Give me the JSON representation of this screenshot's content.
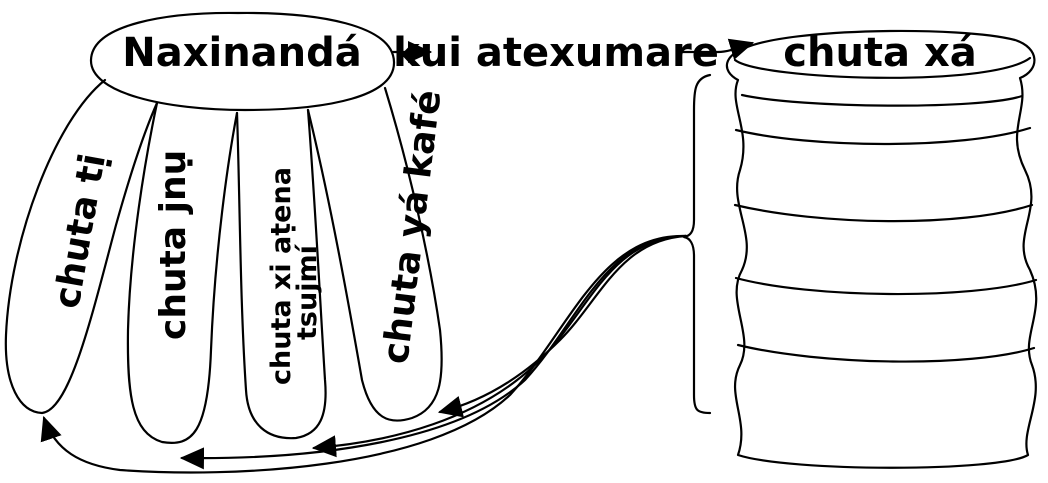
{
  "diagram": {
    "source_label": "Naxinandá",
    "process_label": "kui atexumare",
    "target_label": "chuta xá",
    "categories": [
      "chuta tị",
      "chuta jnụ",
      "chuta xi aṭena",
      "tsujmí",
      "chuta yá kafé"
    ]
  },
  "colors": {
    "ink": "#000000",
    "background": "#ffffff"
  }
}
